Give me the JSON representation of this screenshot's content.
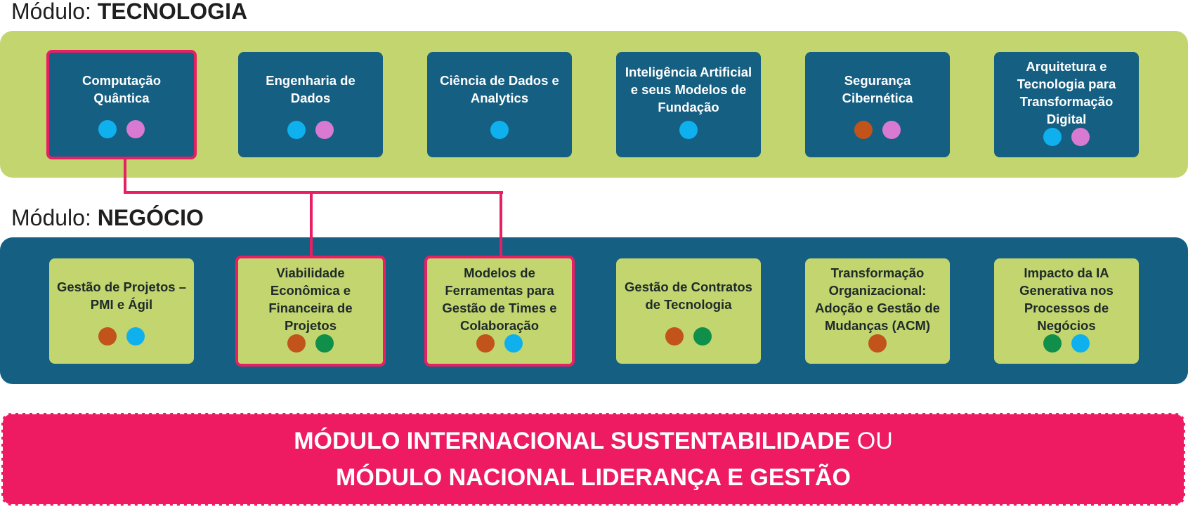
{
  "colors": {
    "lime": "#c2d56e",
    "navy": "#155f82",
    "pink": "#e91e63",
    "banner": "#ee1a62",
    "dot_orange": "#c1531b",
    "dot_blue": "#0fb0ee",
    "dot_purple": "#d879d2",
    "dot_green": "#0f8f4a"
  },
  "modules": {
    "tecnologia": {
      "prefix": "Módulo: ",
      "name": "TECNOLOGIA",
      "cards": [
        {
          "title": "Computação Quântica",
          "dots": [
            "dot_blue",
            "dot_purple"
          ]
        },
        {
          "title": "Engenharia de Dados",
          "dots": [
            "dot_blue",
            "dot_purple"
          ]
        },
        {
          "title": "Ciência de Dados e Analytics",
          "dots": [
            "dot_blue"
          ]
        },
        {
          "title": "Inteligência Artificial e seus Modelos de Fundação",
          "dots": [
            "dot_blue"
          ]
        },
        {
          "title": "Segurança Cibernética",
          "dots": [
            "dot_orange",
            "dot_purple"
          ]
        },
        {
          "title": "Arquitetura e Tecnologia para Transformação Digital",
          "dots": [
            "dot_blue",
            "dot_purple"
          ]
        }
      ]
    },
    "negocio": {
      "prefix": "Módulo: ",
      "name": "NEGÓCIO",
      "cards": [
        {
          "title": "Gestão de Projetos – PMI e Ágil",
          "dots": [
            "dot_orange",
            "dot_blue"
          ]
        },
        {
          "title": "Viabilidade Econômica e Financeira de Projetos",
          "dots": [
            "dot_orange",
            "dot_green"
          ]
        },
        {
          "title": "Modelos de Ferramentas para Gestão de Times e Colaboração",
          "dots": [
            "dot_orange",
            "dot_blue"
          ]
        },
        {
          "title": "Gestão de Contratos de Tecnologia",
          "dots": [
            "dot_orange",
            "dot_green"
          ]
        },
        {
          "title": "Transformação Organizacional: Adoção e Gestão de Mudanças (ACM)",
          "dots": [
            "dot_orange"
          ]
        },
        {
          "title": "Impacto da IA Generativa nos Processos de Negócios",
          "dots": [
            "dot_green",
            "dot_blue"
          ]
        }
      ]
    }
  },
  "bottom": {
    "line1_main": "MÓDULO INTERNACIONAL SUSTENTABILIDADE",
    "line1_suffix": " OU",
    "line2": "MÓDULO NACIONAL LIDERANÇA E GESTÃO"
  }
}
